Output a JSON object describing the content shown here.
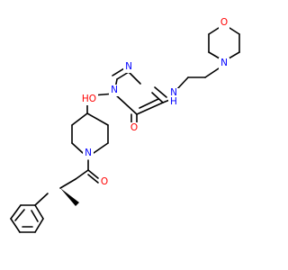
{
  "colors": {
    "background": "#ffffff",
    "bond": "#000000",
    "carbon": "#000000",
    "nitrogen": "#0000ff",
    "oxygen": "#ff0000"
  },
  "atoms": {
    "morpholine_o": {
      "label": "O",
      "element": "oxygen"
    },
    "morpholine_n": {
      "label": "N",
      "element": "nitrogen"
    },
    "amine_nh": {
      "label": "N",
      "element": "nitrogen"
    },
    "amine_h": {
      "label": "H",
      "element": "nitrogen"
    },
    "pyrimidine_n_top": {
      "label": "N",
      "element": "nitrogen"
    },
    "pyrimidine_n_left": {
      "label": "N",
      "element": "nitrogen"
    },
    "carbonyl_o_ring": {
      "label": "O",
      "element": "oxygen"
    },
    "hydroxyl": {
      "label": "HO",
      "element": "oxygen"
    },
    "piperidine_n": {
      "label": "N",
      "element": "nitrogen"
    },
    "amide_o": {
      "label": "O",
      "element": "oxygen"
    }
  }
}
